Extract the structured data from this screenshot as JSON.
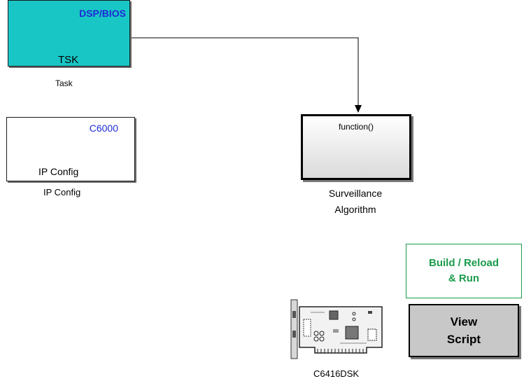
{
  "task_block": {
    "tag": "DSP/BIOS",
    "label": "TSK",
    "caption": "Task"
  },
  "ip_block": {
    "tag": "C6000",
    "label": "IP Config",
    "caption": "IP Config"
  },
  "subsystem_block": {
    "trigger_label": "function()",
    "caption_line1": "Surveillance",
    "caption_line2": "Algorithm"
  },
  "build_button": {
    "line1": "Build / Reload",
    "line2": "& Run"
  },
  "view_script_button": {
    "line1": "View",
    "line2": "Script"
  },
  "board": {
    "caption": "C6416DSK",
    "icon": "dsp-board-icon"
  },
  "colors": {
    "task_fill": "#19c6c6",
    "tag_blue": "#1e2bd6",
    "build_green": "#1a9b4b",
    "view_gray": "#c8c8c8"
  }
}
